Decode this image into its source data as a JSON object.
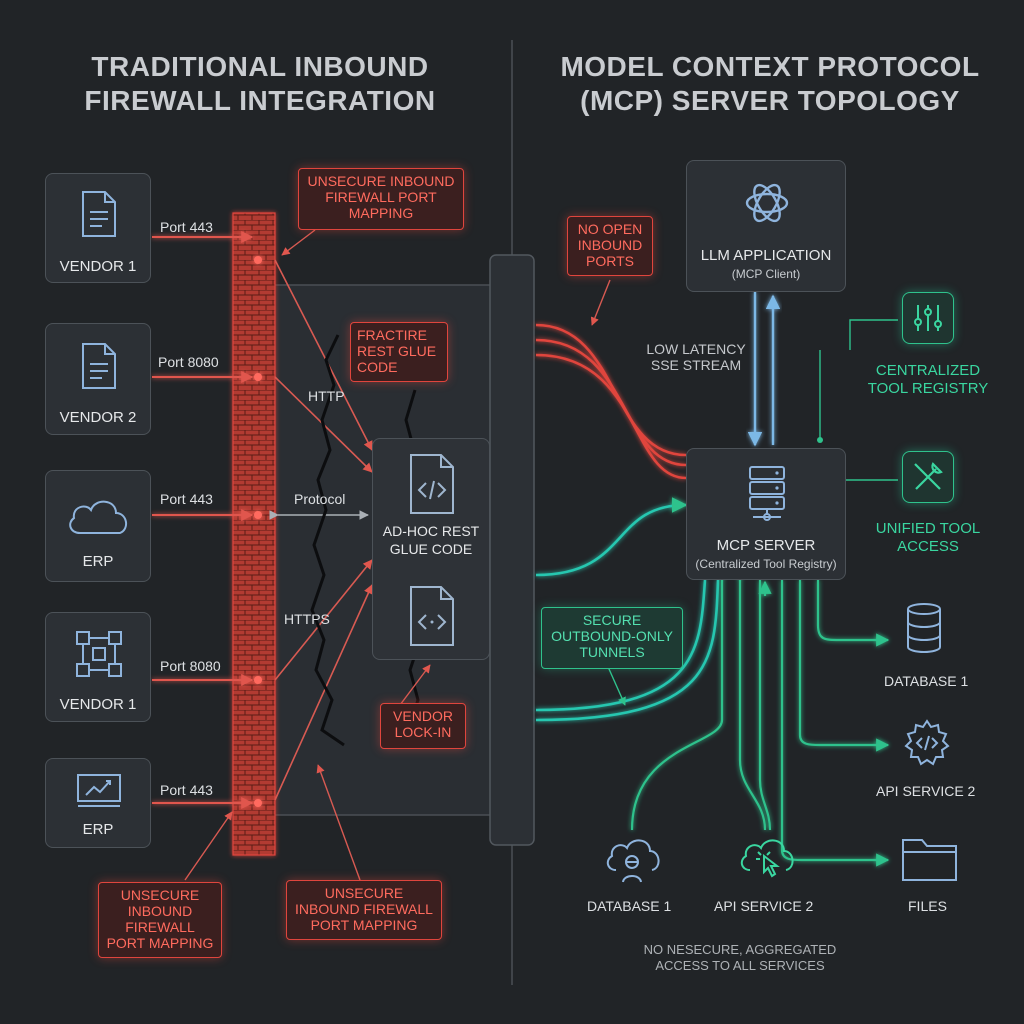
{
  "titles": {
    "left_line1": "TRADITIONAL INBOUND",
    "left_line2": "FIREWALL INTEGRATION",
    "right_line1": "MODEL CONTEXT PROTOCOL",
    "right_line2": "(MCP) SERVER TOPOLOGY"
  },
  "left_nodes": [
    {
      "label": "VENDOR 1",
      "icon": "document-icon",
      "port": "Port 443"
    },
    {
      "label": "VENDOR 2",
      "icon": "document-icon",
      "port": "Port 8080"
    },
    {
      "label": "ERP",
      "icon": "cloud-icon",
      "port": "Port 443"
    },
    {
      "label": "VENDOR 1",
      "icon": "network-icon",
      "port": "Port 8080"
    },
    {
      "label": "ERP",
      "icon": "chart-monitor-icon",
      "port": "Port 443"
    }
  ],
  "left_callouts": {
    "top": [
      "UNSECURE INBOUND",
      "FIREWALL PORT",
      "MAPPING"
    ],
    "fracture": [
      "FRACTIRE",
      "REST GLUE",
      "CODE"
    ],
    "vendor_lockin": [
      "VENDOR",
      "LOCK-IN"
    ],
    "bottom_left": [
      "UNSECURE",
      "INBOUND",
      "FIREWALL",
      "PORT MAPPING"
    ],
    "bottom_mid": [
      "UNSECURE",
      "INBOUND FIREWALL",
      "PORT MAPPING"
    ]
  },
  "protocol_labels": {
    "http": "HTTP",
    "protocol": "Protocol",
    "https": "HTTPS"
  },
  "glue_box": {
    "line1": "AD-HOC REST",
    "line2": "GLUE CODE",
    "icon": "code-file-icon"
  },
  "right": {
    "no_open_ports": [
      "NO OPEN",
      "INBOUND",
      "PORTS"
    ],
    "low_latency": [
      "LOW LATENCY",
      "SSE STREAM"
    ],
    "llm_app": {
      "title": "LLM APPLICATION",
      "subtitle": "(MCP Client)",
      "icon": "openai-logo-icon"
    },
    "mcp_server": {
      "title": "MCP SERVER",
      "subtitle": "(Centralized Tool Registry)",
      "icon": "server-icon"
    },
    "centralized_registry": [
      "CENTRALIZED",
      "TOOL REGISTRY"
    ],
    "unified_access": [
      "UNIFIED TOOL",
      "ACCESS"
    ],
    "secure_tunnels": [
      "SECURE",
      "OUTBOUND-ONLY",
      "TUNNELS"
    ],
    "services_right": [
      {
        "label": "DATABASE 1",
        "icon": "database-icon"
      },
      {
        "label": "API SERVICE 2",
        "icon": "gear-code-icon"
      },
      {
        "label": "FILES",
        "icon": "folder-icon"
      }
    ],
    "services_bottom": [
      {
        "label": "DATABASE 1",
        "icon": "cloud-user-icon"
      },
      {
        "label": "API SERVICE 2",
        "icon": "cloud-pointer-icon"
      }
    ],
    "footer": [
      "NO NESECURE, AGGREGATED",
      "ACCESS TO ALL SERVICES"
    ]
  },
  "colors": {
    "background": "#212427",
    "red": "#e0453d",
    "green": "#2fc28c",
    "blue": "#6aaee0",
    "box_border": "#4c5258"
  }
}
